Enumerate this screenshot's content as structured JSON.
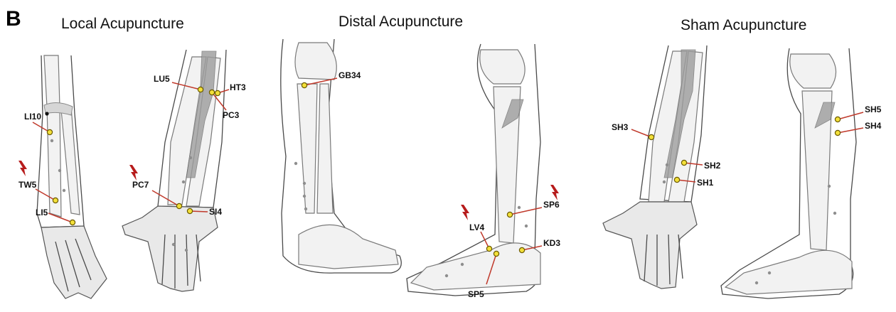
{
  "figure": {
    "panel_letter": "B",
    "sections": [
      {
        "id": "local",
        "title": "Local Acupuncture"
      },
      {
        "id": "distal",
        "title": "Distal Acupuncture"
      },
      {
        "id": "sham",
        "title": "Sham Acupuncture"
      }
    ],
    "points": {
      "li10": "LI10",
      "tw5": "TW5",
      "li5": "LI5",
      "lu5": "LU5",
      "ht3": "HT3",
      "pc3": "PC3",
      "pc7": "PC7",
      "si4": "SI4",
      "gb34": "GB34",
      "sp6": "SP6",
      "lv4": "LV4",
      "kd3": "KD3",
      "sp5": "SP5",
      "sh3": "SH3",
      "sh2": "SH2",
      "sh1": "SH1",
      "sh5": "SH5",
      "sh4": "SH4"
    },
    "electro_stimulation_icon": "lightning-bolt-icon",
    "colors": {
      "point_fill": "#f3e03a",
      "leader_line": "#c0392b",
      "bolt": "#b71c1c"
    }
  }
}
